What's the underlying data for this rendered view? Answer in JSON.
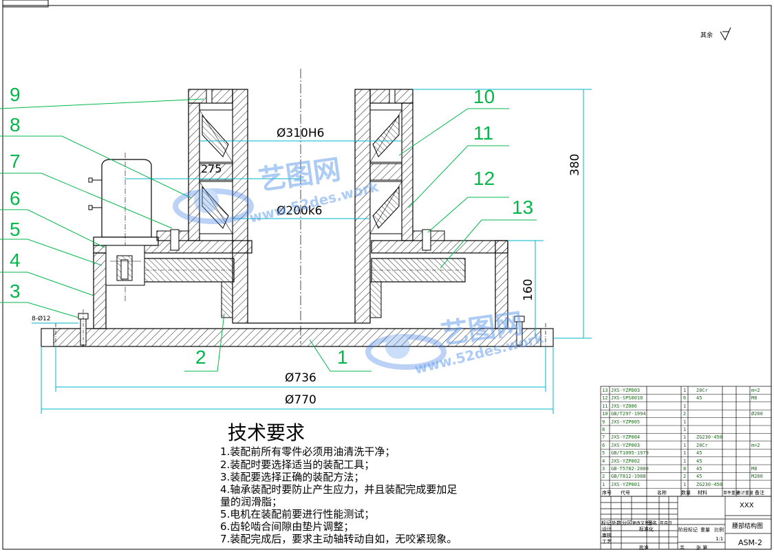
{
  "surface_mark": "其余",
  "dimensions": {
    "d310": "Ø310H6",
    "d275": "275",
    "d200": "Ø200k6",
    "h380": "380",
    "h160": "160",
    "d736": "Ø736",
    "d770": "Ø770",
    "bolt": "8-Ø12"
  },
  "callouts": [
    "1",
    "2",
    "3",
    "4",
    "5",
    "6",
    "7",
    "8",
    "9",
    "10",
    "11",
    "12",
    "13"
  ],
  "watermark": {
    "brand": "艺图网",
    "site": "www.52des.work"
  },
  "tech": {
    "title": "技术要求",
    "lines": [
      "1.装配前所有零件必须用油清洗干净；",
      "2.装配时要选择适当的装配工具；",
      "3.装配要选择正确的装配方法；",
      "4.轴承装配时要防止产生应力，并且装配完成要加足",
      "量的润滑脂；",
      "5.电机在装配前要进行性能测试；",
      "6.齿轮啮合间隙由垫片调整；",
      "7.装配完成后，要求主动轴转动自如，无咬紧现象。"
    ]
  },
  "bom": [
    {
      "no": "13",
      "code": "JXS-YZPD03",
      "name": "",
      "qty": "1",
      "mat": "20Cr",
      "note": "m=2"
    },
    {
      "no": "12",
      "code": "JXS-SPS0010",
      "name": "",
      "qty": "6",
      "mat": "45",
      "note": "M8"
    },
    {
      "no": "11",
      "code": "JXS-YZ006",
      "name": "",
      "qty": "1",
      "mat": "",
      "note": ""
    },
    {
      "no": "10",
      "code": "GB/T297-1994",
      "name": "",
      "qty": "2",
      "mat": "",
      "note": "Ø200"
    },
    {
      "no": "9",
      "code": "JXS-YZP005",
      "name": "",
      "qty": "1",
      "mat": "",
      "note": ""
    },
    {
      "no": "8",
      "code": "",
      "name": "",
      "qty": "1",
      "mat": "",
      "note": ""
    },
    {
      "no": "7",
      "code": "JXS-YZP004",
      "name": "",
      "qty": "1",
      "mat": "ZG230-450",
      "note": ""
    },
    {
      "no": "6",
      "code": "JXS-YZP003",
      "name": "",
      "qty": "1",
      "mat": "20Cr",
      "note": "m=2"
    },
    {
      "no": "5",
      "code": "GB/T1095-1979",
      "name": "",
      "qty": "1",
      "mat": "45",
      "note": ""
    },
    {
      "no": "4",
      "code": "JXS-YZP002",
      "name": "",
      "qty": "1",
      "mat": "45",
      "note": ""
    },
    {
      "no": "3",
      "code": "GB-T5782-2000",
      "name": "",
      "qty": "8",
      "mat": "45",
      "note": "M8"
    },
    {
      "no": "2",
      "code": "GB/T812-1988",
      "name": "",
      "qty": "2",
      "mat": "45",
      "note": "M200"
    },
    {
      "no": "1",
      "code": "JXS-YZP001",
      "name": "",
      "qty": "1",
      "mat": "ZG230-450",
      "note": ""
    }
  ],
  "bom_header": {
    "no": "序号",
    "code": "代号",
    "name": "名称",
    "qty": "数量",
    "mat": "材料",
    "unit_weight": "单件重量",
    "total_weight": "总计重量",
    "note": "备注"
  },
  "title_block": {
    "company": "XXX",
    "title": "腰部结构图",
    "drawing_no": "ASM-2",
    "scale": "1:1",
    "sheet_total": "共",
    "sheet": "张 第",
    "stage_label": "阶段标记",
    "weight_label": "重量",
    "scale_label": "比例",
    "row_labels": [
      "标记",
      "处数",
      "分区",
      "更改文件号",
      "签名",
      "年月日"
    ],
    "roles": [
      "设计",
      "审核",
      "工艺",
      "标准化",
      "批准"
    ]
  }
}
